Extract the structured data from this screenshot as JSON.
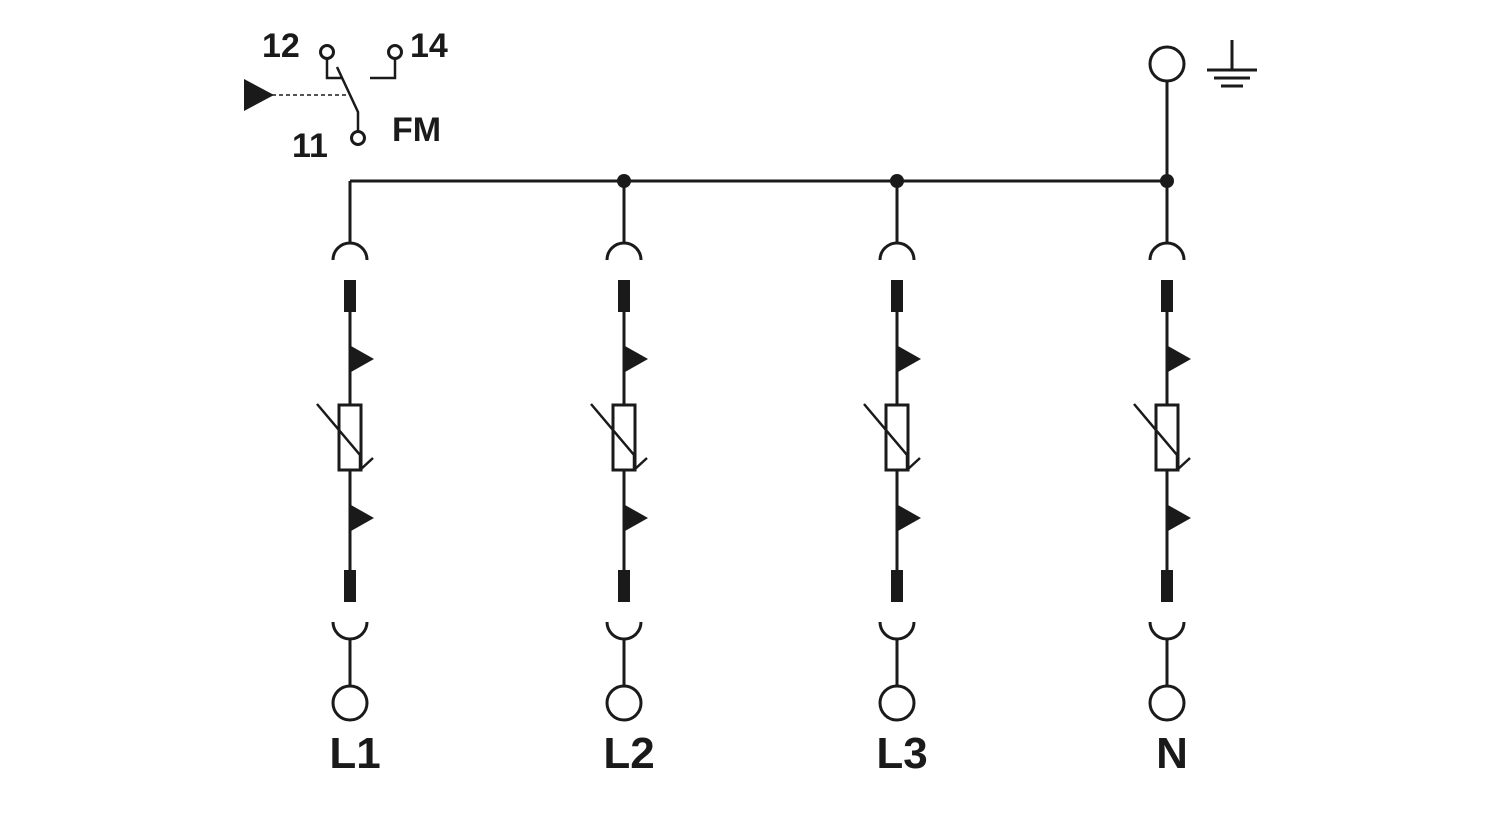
{
  "diagram": {
    "contacts": {
      "c12": "12",
      "c14": "14",
      "c11": "11",
      "module": "FM"
    },
    "phases": [
      {
        "id": "L1",
        "label": "L1"
      },
      {
        "id": "L2",
        "label": "L2"
      },
      {
        "id": "L3",
        "label": "L3"
      },
      {
        "id": "N",
        "label": "N"
      }
    ],
    "ground": {
      "icon": "ground-icon"
    }
  }
}
